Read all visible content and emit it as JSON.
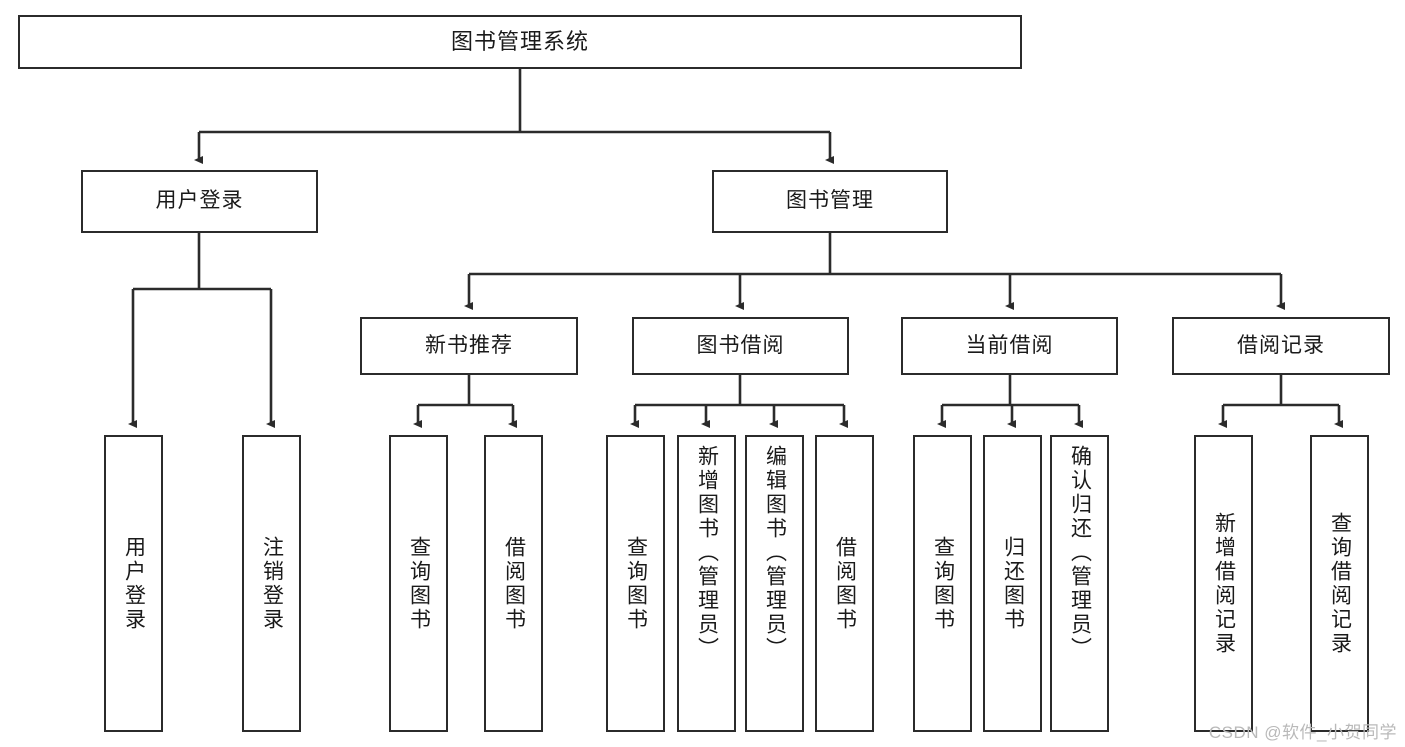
{
  "diagram": {
    "title": "图书管理系统",
    "type": "tree-hierarchy-chart",
    "root": {
      "label": "图书管理系统"
    },
    "level2": [
      {
        "label": "用户登录"
      },
      {
        "label": "图书管理"
      }
    ],
    "level3": [
      {
        "label": "新书推荐"
      },
      {
        "label": "图书借阅"
      },
      {
        "label": "当前借阅"
      },
      {
        "label": "借阅记录"
      }
    ],
    "leaves": {
      "user_login": [
        {
          "label": "用户登录"
        },
        {
          "label": "注销登录"
        }
      ],
      "new_book_recommend": [
        {
          "label": "查询图书"
        },
        {
          "label": "借阅图书"
        }
      ],
      "book_borrow": [
        {
          "label": "查询图书"
        },
        {
          "label": "新增图书（管理员）"
        },
        {
          "label": "编辑图书（管理员）"
        },
        {
          "label": "借阅图书"
        }
      ],
      "current_borrow": [
        {
          "label": "查询图书"
        },
        {
          "label": "归还图书"
        },
        {
          "label": "确认归还（管理员）"
        }
      ],
      "borrow_record": [
        {
          "label": "新增借阅记录"
        },
        {
          "label": "查询借阅记录"
        }
      ]
    }
  },
  "watermark": {
    "text": "CSDN @软件_小贺同学"
  },
  "colors": {
    "box_border": "#2b2b2b",
    "box_fill": "#ffffff",
    "text": "#1a1a1a",
    "connector": "#2b2b2b",
    "watermark": "#b9b9b9"
  }
}
